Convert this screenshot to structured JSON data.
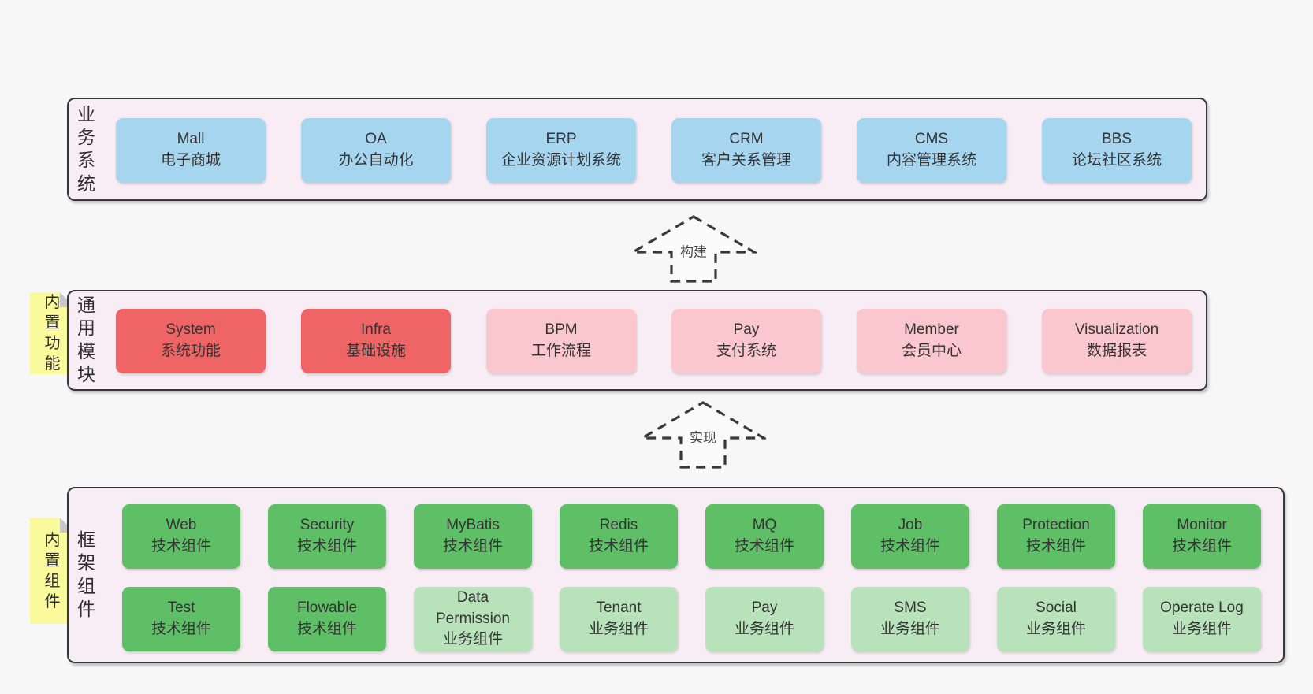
{
  "colors": {
    "page_bg": "#f7f7f7",
    "section_bg": "#f8edf5",
    "section_border": "#383838",
    "box_blue": "#a6d5f0",
    "box_red": "#ef6464",
    "box_pink": "#fbc7cf",
    "box_green_dark": "#5fbf66",
    "box_green_light": "#b8e2ba",
    "note_yellow": "#fafa9d",
    "note_fold_gray": "#c6c6c6"
  },
  "sections": {
    "business": {
      "label": "业务系统",
      "boxes": [
        {
          "title": "Mall",
          "subtitle": "电子商城",
          "variant": "blue"
        },
        {
          "title": "OA",
          "subtitle": "办公自动化",
          "variant": "blue"
        },
        {
          "title": "ERP",
          "subtitle": "企业资源计划系统",
          "variant": "blue"
        },
        {
          "title": "CRM",
          "subtitle": "客户关系管理",
          "variant": "blue"
        },
        {
          "title": "CMS",
          "subtitle": "内容管理系统",
          "variant": "blue"
        },
        {
          "title": "BBS",
          "subtitle": "论坛社区系统",
          "variant": "blue"
        }
      ]
    },
    "modules": {
      "label": "通用模块",
      "note": "内置功能",
      "boxes": [
        {
          "title": "System",
          "subtitle": "系统功能",
          "variant": "red"
        },
        {
          "title": "Infra",
          "subtitle": "基础设施",
          "variant": "red"
        },
        {
          "title": "BPM",
          "subtitle": "工作流程",
          "variant": "pink"
        },
        {
          "title": "Pay",
          "subtitle": "支付系统",
          "variant": "pink"
        },
        {
          "title": "Member",
          "subtitle": "会员中心",
          "variant": "pink"
        },
        {
          "title": "Visualization",
          "subtitle": "数据报表",
          "variant": "pink"
        }
      ]
    },
    "framework": {
      "label": "框架组件",
      "note": "内置组件",
      "row1": [
        {
          "title": "Web",
          "subtitle": "技术组件",
          "variant": "green-dark"
        },
        {
          "title": "Security",
          "subtitle": "技术组件",
          "variant": "green-dark"
        },
        {
          "title": "MyBatis",
          "subtitle": "技术组件",
          "variant": "green-dark"
        },
        {
          "title": "Redis",
          "subtitle": "技术组件",
          "variant": "green-dark"
        },
        {
          "title": "MQ",
          "subtitle": "技术组件",
          "variant": "green-dark"
        },
        {
          "title": "Job",
          "subtitle": "技术组件",
          "variant": "green-dark"
        },
        {
          "title": "Protection",
          "subtitle": "技术组件",
          "variant": "green-dark"
        },
        {
          "title": "Monitor",
          "subtitle": "技术组件",
          "variant": "green-dark"
        }
      ],
      "row2": [
        {
          "title": "Test",
          "subtitle": "技术组件",
          "variant": "green-dark"
        },
        {
          "title": "Flowable",
          "subtitle": "技术组件",
          "variant": "green-dark"
        },
        {
          "title": "Data Permission",
          "subtitle": "业务组件",
          "variant": "green-light"
        },
        {
          "title": "Tenant",
          "subtitle": "业务组件",
          "variant": "green-light"
        },
        {
          "title": "Pay",
          "subtitle": "业务组件",
          "variant": "green-light"
        },
        {
          "title": "SMS",
          "subtitle": "业务组件",
          "variant": "green-light"
        },
        {
          "title": "Social",
          "subtitle": "业务组件",
          "variant": "green-light"
        },
        {
          "title": "Operate Log",
          "subtitle": "业务组件",
          "variant": "green-light"
        }
      ]
    }
  },
  "arrows": {
    "build": {
      "label": "构建"
    },
    "implement": {
      "label": "实现"
    }
  }
}
